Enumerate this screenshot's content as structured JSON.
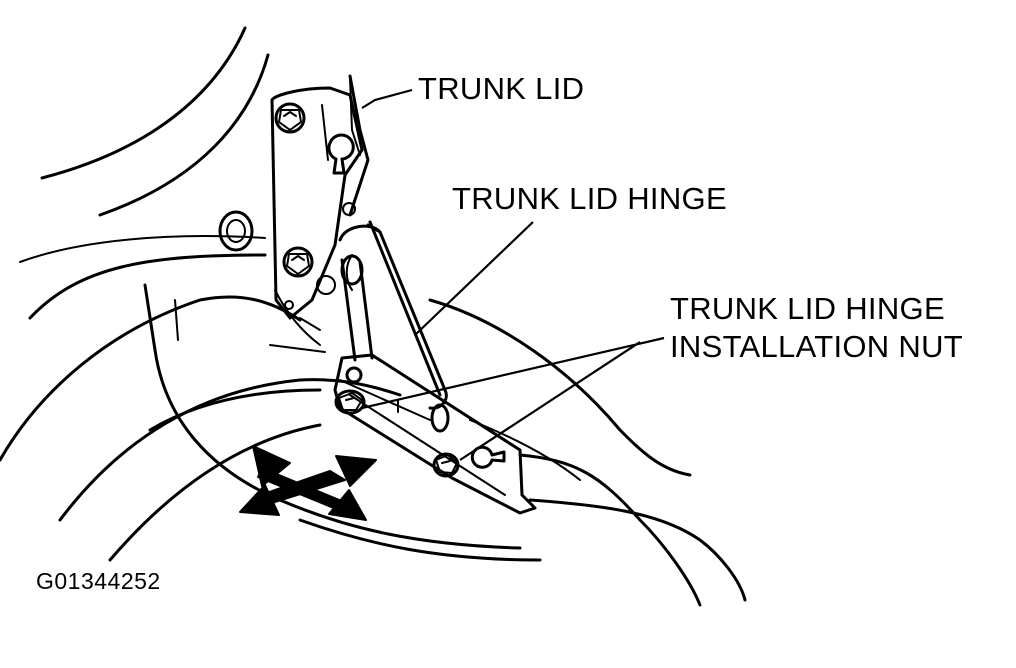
{
  "labels": {
    "trunk_lid": "TRUNK LID",
    "trunk_lid_hinge": "TRUNK LID HINGE",
    "installation_nut_line1": "TRUNK LID HINGE",
    "installation_nut_line2": "INSTALLATION NUT",
    "figure_code": "G01344252"
  },
  "colors": {
    "ink": "#000000",
    "background": "#ffffff"
  },
  "icons": {
    "adjustment_arrows": "four-way-arrow-icon"
  }
}
